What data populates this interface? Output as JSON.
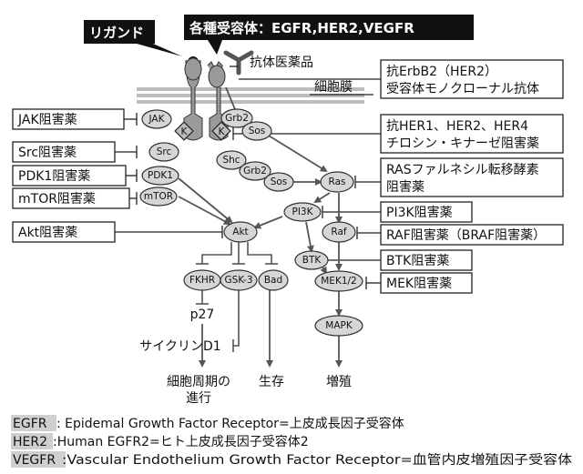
{
  "callouts": {
    "ligand": "リガンド",
    "receptors": "各種受容体：EGFR,HER2,VEGFR"
  },
  "labels": {
    "antibody": "抗体医薬品",
    "membrane": "細胞膜"
  },
  "drugs": {
    "anti_erbb2": [
      "抗ErbB2（HER2）",
      "受容体モノクローナル抗体"
    ],
    "jak": "JAK阻害薬",
    "anti_her": [
      "抗HER1、HER2、HER4",
      "チロシン・キナーゼ阻害薬"
    ],
    "src": "Src阻害薬",
    "ras": [
      "RASファルネシル転移酵素",
      "阻害薬"
    ],
    "pdk1": "PDK1阻害薬",
    "mtor": "mTOR阻害薬",
    "pi3k": "PI3K阻害薬",
    "akt": "Akt阻害薬",
    "raf": "RAF阻害薬（BRAF阻害薬）",
    "btk": "BTK阻害薬",
    "mek": "MEK阻害薬"
  },
  "nodes": {
    "jak": "JAK",
    "k1": "K",
    "k2": "K",
    "grb2_a": "Grb2",
    "sos_a": "Sos",
    "src": "Src",
    "shc": "Shc",
    "grb2_b": "Grb2",
    "sos_b": "Sos",
    "ras": "Ras",
    "pdk1": "PDK1",
    "mtor": "mTOR",
    "pi3k": "PI3K",
    "raf": "Raf",
    "akt": "Akt",
    "btk": "BTK",
    "mek": "MEK1/2",
    "fkhr": "FKHR",
    "gsk3": "GSK-3",
    "bad": "Bad",
    "mapk": "MAPK",
    "p27": "p27",
    "cyclin": "サイクリンD1"
  },
  "outcomes": {
    "cell_cycle": [
      "細胞周期の",
      "進行"
    ],
    "survival": "生存",
    "proliferation": "増殖"
  },
  "footnotes": [
    {
      "abbr": "EGFR",
      "text": ": Epidemal Growth Factor Receptor=上皮成長因子受容体"
    },
    {
      "abbr": "HER2",
      "text": ":Human EGFR2=ヒト上皮成長因子受容体2"
    },
    {
      "abbr": "VEGFR",
      "text": ":Vascular Endothelium Growth Factor Receptor=血管内皮増殖因子受容体"
    }
  ],
  "colors": {
    "callout_bg": "#111111",
    "node_fill": "#d6d6d6",
    "receptor_fill": "#9a9a9a",
    "membrane": "#bdbdbd",
    "footnote_highlight": "#cfcfcf"
  }
}
